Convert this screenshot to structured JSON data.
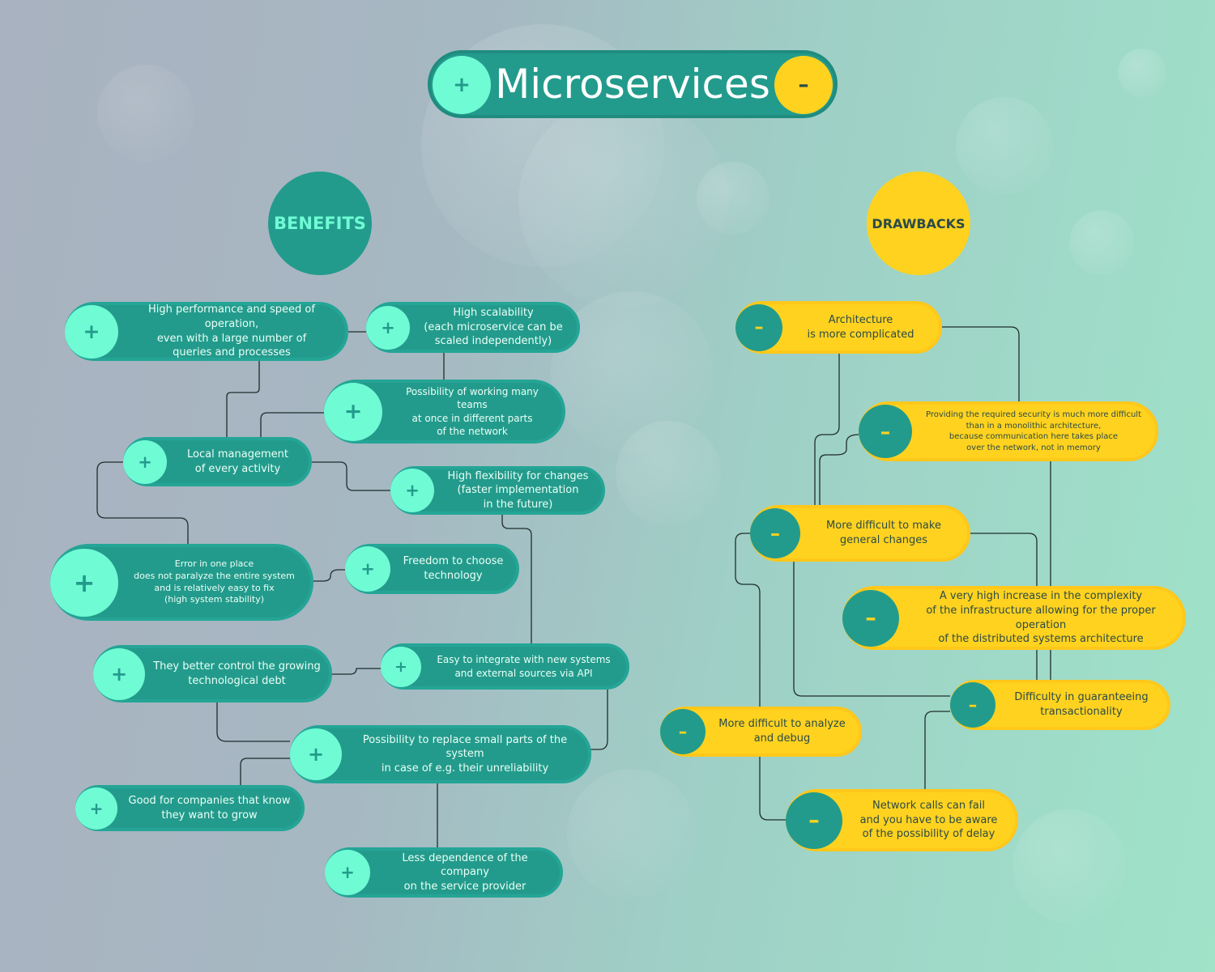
{
  "title": {
    "text": "Microservices",
    "plus": "+",
    "minus": "–"
  },
  "benefits_header": "BENEFITS",
  "drawbacks_header": "DRAWBACKS",
  "benefits": [
    {
      "id": "b1",
      "text": "High performance and speed of operation,\neven with a large number of\nqueries and processes"
    },
    {
      "id": "b2",
      "text": "High scalability\n(each microservice can be\nscaled independently)"
    },
    {
      "id": "b3",
      "text": "Possibility of working many teams\nat once in different parts\nof the network"
    },
    {
      "id": "b4",
      "text": "Local management\nof every activity"
    },
    {
      "id": "b5",
      "text": "High flexibility for changes\n(faster implementation\nin the future)"
    },
    {
      "id": "b6",
      "text": "Error in one place\ndoes not paralyze the entire system\nand is relatively easy to fix\n(high system stability)"
    },
    {
      "id": "b7",
      "text": "Freedom to choose\ntechnology"
    },
    {
      "id": "b8",
      "text": "They better control the growing\ntechnological debt"
    },
    {
      "id": "b9",
      "text": "Easy to integrate with new systems\nand external sources via API"
    },
    {
      "id": "b10",
      "text": "Possibility to replace small parts of the system\nin case of e.g. their unreliability"
    },
    {
      "id": "b11",
      "text": "Good for companies that know\nthey want to grow"
    },
    {
      "id": "b12",
      "text": "Less dependence of the company\non the service provider"
    }
  ],
  "drawbacks": [
    {
      "id": "d1",
      "text": "Architecture\nis more complicated"
    },
    {
      "id": "d2",
      "text": "Providing the required security is much more difficult\nthan in a monolithic architecture,\nbecause communication here takes place\nover the network, not in memory"
    },
    {
      "id": "d3",
      "text": "More difficult to make\ngeneral changes"
    },
    {
      "id": "d4",
      "text": "A very high increase in the complexity\nof the infrastructure allowing for the proper operation\nof the distributed systems architecture"
    },
    {
      "id": "d5",
      "text": "Difficulty in guaranteeing\ntransactionality"
    },
    {
      "id": "d6",
      "text": "More difficult to analyze\nand debug"
    },
    {
      "id": "d7",
      "text": "Network calls can fail\nand you have to be aware\nof the possibility of delay"
    }
  ],
  "plus_symbol": "+",
  "minus_symbol": "–",
  "colors": {
    "teal": "#239b8c",
    "mint": "#6ffbd4",
    "yellow": "#ffd21f",
    "dark_text": "#2b4b47"
  }
}
